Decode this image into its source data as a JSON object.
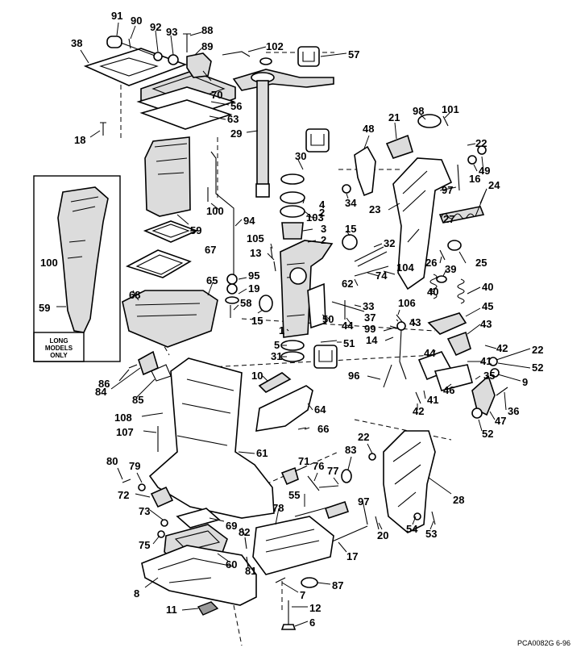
{
  "diagram": {
    "inset_note": [
      "LONG",
      "MODELS",
      "ONLY"
    ],
    "drawing_code": "PCA0082G  6-96",
    "callouts": {
      "c91": "91",
      "c90": "90",
      "c92": "92",
      "c93": "93",
      "c88": "88",
      "c89": "89",
      "c102": "102",
      "c57": "57",
      "c38": "38",
      "c70": "70",
      "c56": "56",
      "c63": "63",
      "c18": "18",
      "c29": "29",
      "c48": "48",
      "c21": "21",
      "c98": "98",
      "c101": "101",
      "c22a": "22",
      "c16": "16",
      "c49": "49",
      "c24": "24",
      "c30": "30",
      "c100a": "100",
      "c100b": "100",
      "c94": "94",
      "c59a": "59",
      "c59b": "59",
      "c67": "67",
      "c68": "68",
      "c65": "65",
      "c4": "4",
      "c103": "103",
      "c3": "3",
      "c2a": "2",
      "c2b": "2",
      "c105": "105",
      "c13": "13",
      "c95": "95",
      "c19": "19",
      "c58": "58",
      "c15a": "15",
      "c15b": "15",
      "c34": "34",
      "c23": "23",
      "c97a": "97",
      "c27": "27",
      "c25": "25",
      "c32": "32",
      "c26": "26",
      "c74": "74",
      "c62": "62",
      "c104": "104",
      "c39": "39",
      "c40a": "40",
      "c40b": "40",
      "c45": "45",
      "c1": "1",
      "c50": "50",
      "c33": "33",
      "c106": "106",
      "c37": "37",
      "c99": "99",
      "c44a": "44",
      "c44b": "44",
      "c43a": "43",
      "c43b": "43",
      "c5": "5",
      "c31": "31",
      "c51": "51",
      "c14": "14",
      "c42a": "42",
      "c42b": "42",
      "c22b": "22",
      "c52a": "52",
      "c52b": "52",
      "c9": "9",
      "c41a": "41",
      "c41b": "41",
      "c35": "35",
      "c36": "36",
      "c47": "47",
      "c46": "46",
      "c96": "96",
      "c86": "86",
      "c84": "84",
      "c85": "85",
      "c10": "10",
      "c64": "64",
      "c66": "66",
      "c108": "108",
      "c107": "107",
      "c61": "61",
      "c80": "80",
      "c79": "79",
      "c72": "72",
      "c73": "73",
      "c71": "71",
      "c76": "76",
      "c77": "77",
      "c83": "83",
      "c55": "55",
      "c22c": "22",
      "c28": "28",
      "c97b": "97",
      "c20": "20",
      "c54": "54",
      "c53": "53",
      "c69": "69",
      "c82": "82",
      "c78": "78",
      "c75": "75",
      "c60": "60",
      "c81": "81",
      "c17": "17",
      "c8": "8",
      "c87": "87",
      "c7": "7",
      "c11": "11",
      "c12": "12",
      "c6": "6"
    }
  }
}
